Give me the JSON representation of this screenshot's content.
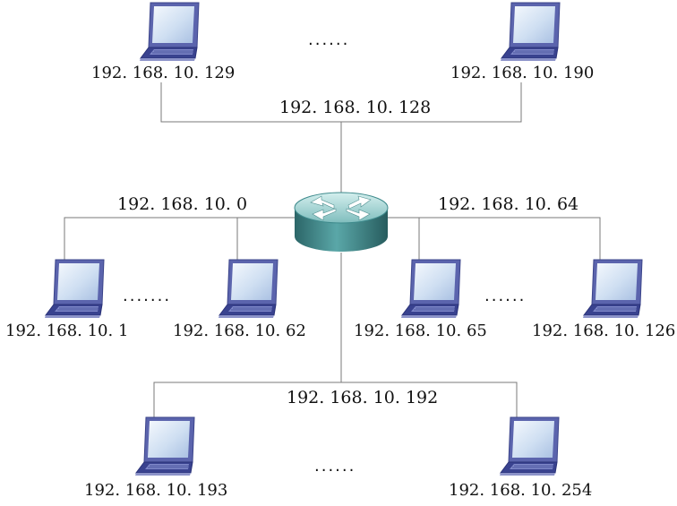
{
  "colors": {
    "wire": "#7a7a7a",
    "laptop_frame": "#6b74b8",
    "laptop_screen": "#d8e6f5",
    "keyboard": "#2f3a8a",
    "router_body": "#3e8a8c",
    "router_top": "#a9d7d6"
  },
  "router": {
    "icon": "router-icon"
  },
  "subnets": [
    {
      "id": "top",
      "network": "192. 168. 10. 128",
      "hosts": [
        "192. 168. 10. 129",
        "192. 168. 10. 190"
      ],
      "ellipsis": "......"
    },
    {
      "id": "left",
      "network": "192. 168. 10. 0",
      "hosts": [
        "192. 168. 10. 1",
        "192. 168. 10. 62"
      ],
      "ellipsis": "......."
    },
    {
      "id": "right",
      "network": "192. 168. 10. 64",
      "hosts": [
        "192. 168. 10. 65",
        "192. 168. 10. 126"
      ],
      "ellipsis": "......"
    },
    {
      "id": "bottom",
      "network": "192. 168. 10. 192",
      "hosts": [
        "192. 168. 10. 193",
        "192. 168. 10. 254"
      ],
      "ellipsis": "......"
    }
  ]
}
